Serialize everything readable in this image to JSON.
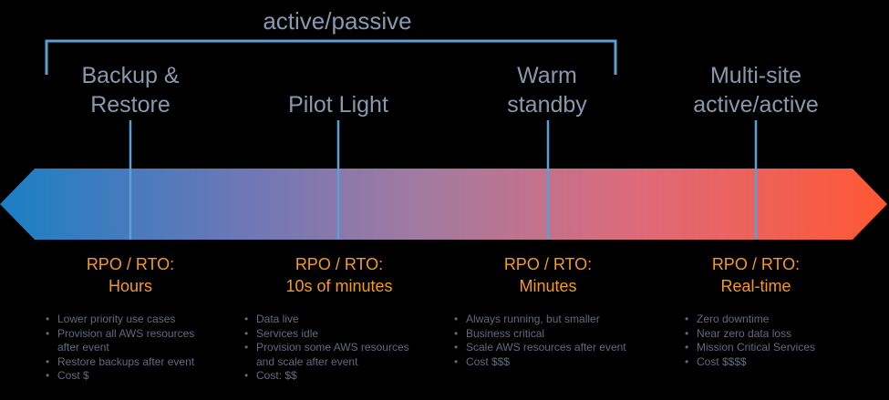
{
  "group": {
    "label": "active/passive"
  },
  "colors": {
    "text_muted": "#8899ad",
    "accent_orange": "#f79a1c",
    "bullet_text": "#5f6b7a",
    "gradient_start": "#1a7fc4",
    "gradient_mid1": "#6f77b6",
    "gradient_mid2": "#a47aa0",
    "gradient_mid3": "#de6a7a",
    "gradient_end": "#ff5733",
    "marker_line": "#58a0d8"
  },
  "strategies": [
    {
      "title_line1": "Backup &",
      "title_line2": "Restore",
      "rpo_label": "RPO / RTO:",
      "rpo_value": "Hours",
      "bullets": [
        "Lower priority use cases",
        "Provision all AWS resources",
        "after event",
        "Restore backups after event",
        "Cost $"
      ]
    },
    {
      "title_line1": "Pilot Light",
      "title_line2": "",
      "rpo_label": "RPO / RTO:",
      "rpo_value": "10s of minutes",
      "bullets": [
        "Data live",
        "Services idle",
        "Provision some AWS resources",
        "and scale after event",
        "Cost: $$"
      ]
    },
    {
      "title_line1": "Warm",
      "title_line2": "standby",
      "rpo_label": "RPO / RTO:",
      "rpo_value": "Minutes",
      "bullets": [
        "Always running, but smaller",
        "Business critical",
        "Scale AWS resources after event",
        "Cost $$$"
      ]
    },
    {
      "title_line1": "Multi-site",
      "title_line2": "active/active",
      "rpo_label": "RPO / RTO:",
      "rpo_value": "Real-time",
      "bullets": [
        "Zero downtime",
        "Near zero data loss",
        "Mission Critical Services",
        "Cost $$$$"
      ]
    }
  ]
}
